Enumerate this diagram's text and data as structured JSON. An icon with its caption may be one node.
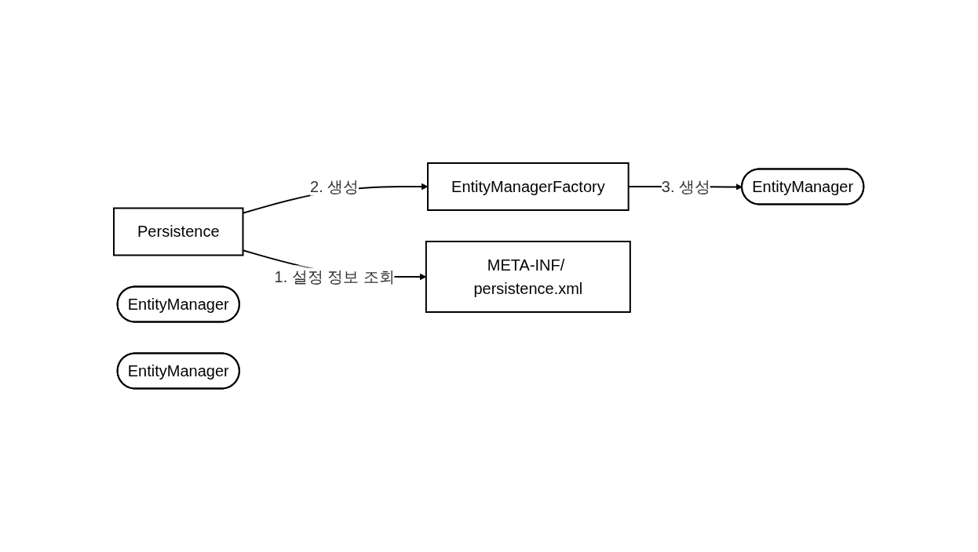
{
  "diagram": {
    "nodes": [
      {
        "text": [
          "Persistence"
        ]
      },
      {
        "text": [
          "EntityManagerFactory"
        ]
      },
      {
        "text": [
          "META-INF/ persistence.xml"
        ]
      },
      {
        "text": [
          "EntityManager"
        ]
      },
      {
        "text": [
          "EntityManager"
        ]
      },
      {
        "text": [
          "EntityManager"
        ]
      }
    ],
    "edges": [
      {
        "from": 0,
        "to": 1,
        "arrow": "to",
        "label": "2. 생성"
      },
      {
        "from": 0,
        "to": 2,
        "arrow": "to",
        "label": "1. 설정 정보 조회"
      },
      {
        "from": 1,
        "to": 3,
        "arrow": "to",
        "label": "3. 생성"
      }
    ]
  }
}
